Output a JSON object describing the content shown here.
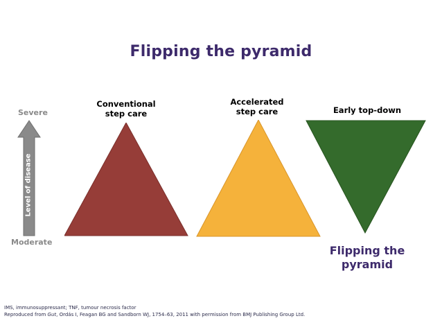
{
  "title": "Flipping the pyramid",
  "axis": {
    "top_label": "Severe",
    "bottom_label": "Moderate",
    "arrow_label": "Level of disease"
  },
  "pyramids": [
    {
      "label_line1": "Conventional",
      "label_line2": "step care",
      "color": "#963d38",
      "orientation": "up"
    },
    {
      "label_line1": "Accelerated",
      "label_line2": "step care",
      "color": "#f5b23b",
      "orientation": "up"
    },
    {
      "label_line1": "Early top-down",
      "label_line2": "",
      "color": "#346b2c",
      "orientation": "down"
    }
  ],
  "flip_label_line1": "Flipping the",
  "flip_label_line2": "pyramid",
  "footnote": {
    "line1": "IMS, immunosuppressant; TNF, tumour necrosis factor",
    "line2_prefix": "Reproduced from ",
    "line2_journal": "Gut",
    "line2_suffix": ", Ordás I, Feagan BG and Sandborn WJ, 1754–63, 2011 with permission from BMJ Publishing Group Ltd."
  },
  "colors": {
    "title": "#3d2a6b",
    "arrow": "#8a8a8a"
  }
}
